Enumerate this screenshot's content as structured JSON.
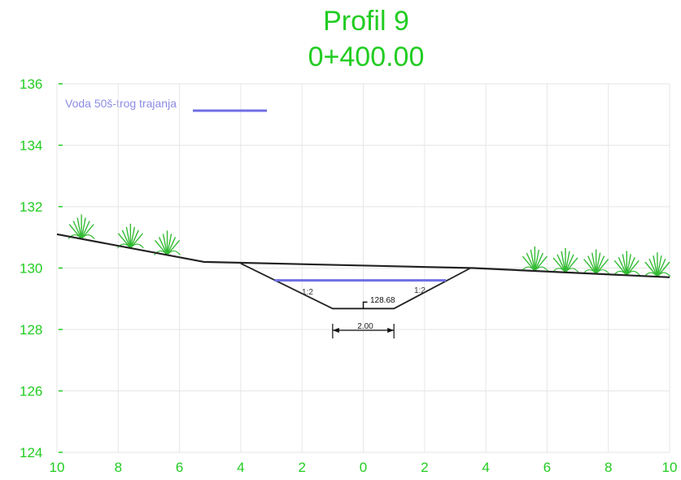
{
  "header": {
    "title": "Profil 9",
    "station": "0+400.00"
  },
  "legend": {
    "label": "Voda 50š-trog trajanja",
    "line_color": "#6f6fe6"
  },
  "colors": {
    "accent_green": "#22cc22",
    "water": "#6f6fe6",
    "grid": "#e6e6e6",
    "terrain": "#222222",
    "vegetation": "#33bb33"
  },
  "channel": {
    "bottom_elevation_label": "128.68",
    "bottom_width_label": "2.00",
    "left_slope_label": "1:2",
    "right_slope_label": "1:2"
  },
  "chart_data": {
    "type": "line",
    "xlim": [
      -10,
      10
    ],
    "ylim": [
      124,
      136
    ],
    "x_ticks": [
      -10,
      -8,
      -6,
      -4,
      -2,
      0,
      2,
      4,
      6,
      8,
      10
    ],
    "x_tick_labels": [
      "10",
      "8",
      "6",
      "4",
      "2",
      "0",
      "2",
      "4",
      "6",
      "8",
      "10"
    ],
    "y_ticks": [
      124,
      126,
      128,
      130,
      132,
      134,
      136
    ],
    "y_tick_labels": [
      "124",
      "126",
      "128",
      "130",
      "132",
      "134",
      "136"
    ],
    "grid": true,
    "series": [
      {
        "name": "terrain",
        "points": [
          [
            -10,
            131.1
          ],
          [
            -5.2,
            130.2
          ],
          [
            3.6,
            130.0
          ],
          [
            10,
            129.7
          ]
        ]
      },
      {
        "name": "channel",
        "points": [
          [
            -4,
            130.15
          ],
          [
            -1,
            128.68
          ],
          [
            1,
            128.68
          ],
          [
            3.5,
            130.0
          ]
        ]
      },
      {
        "name": "Voda 50š-trog trajanja",
        "points": [
          [
            -2.9,
            129.6
          ],
          [
            2.7,
            129.6
          ]
        ]
      }
    ],
    "vegetation_x": [
      -9.2,
      -7.6,
      -6.4,
      5.6,
      6.6,
      7.6,
      8.6,
      9.6
    ]
  }
}
